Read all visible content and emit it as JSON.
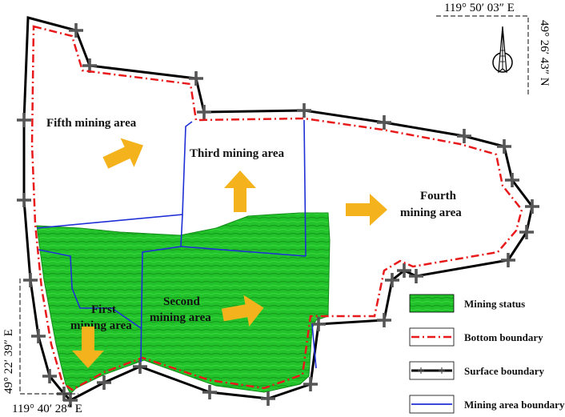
{
  "coordinates": {
    "top_right_lon": "119° 50′ 03″ E",
    "right_lat": "49° 26′ 43″ N",
    "bottom_left_lon": "119° 40′ 28″ E",
    "left_lat": "49° 22′ 39″ E"
  },
  "areas": {
    "fifth": "Fifth mining area",
    "third": "Third mining area",
    "fourth_line1": "Fourth",
    "fourth_line2": "mining area",
    "first_line1": "First",
    "first_line2": "mining area",
    "second_line1": "Second",
    "second_line2": "mining area"
  },
  "legend": {
    "mining_status": "Mining status",
    "bottom_boundary": "Bottom boundary",
    "surface_boundary": "Surface boundary",
    "mining_area_boundary": "Mining area boundary"
  },
  "colors": {
    "mining_green": "#22c22a",
    "bottom_red": "#e8191b",
    "surface_black": "#000000",
    "area_blue": "#1f2fd6",
    "arrow_orange": "#f4b31c"
  },
  "icons": {
    "north_arrow": "compass-icon"
  }
}
